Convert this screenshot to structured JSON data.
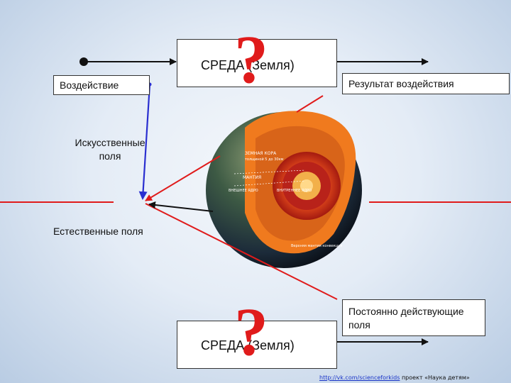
{
  "env_top": "СРЕДА (Земля)",
  "env_bottom": "СРЕДА (Земля)",
  "impact": "Воздействие",
  "result": "Результат воздействия",
  "artificial_fields": "Искусственные поля",
  "natural_fields": "Естественные поля",
  "permanent_fields": "Постоянно действующие поля",
  "question_mark": "?",
  "globe": {
    "label_crust": "ЗЕМНАЯ КОРА",
    "label_crust_depth": "толщиной 5 до 30км",
    "label_mantle_1": "МАНТИЯ",
    "label_outer_core": "ВНЕШНЕЕ ЯДРО",
    "label_inner_core": "ВНУТРЕННЕЕ ЯДРО",
    "label_convection": "Верхняя мантия конвекция"
  },
  "footer": {
    "link": "http://vk.com/scienceforkids",
    "note": "проект «Наука детям»"
  },
  "colors": {
    "red": "#e01b1b",
    "blue": "#2a2fd0",
    "black": "#111111"
  }
}
